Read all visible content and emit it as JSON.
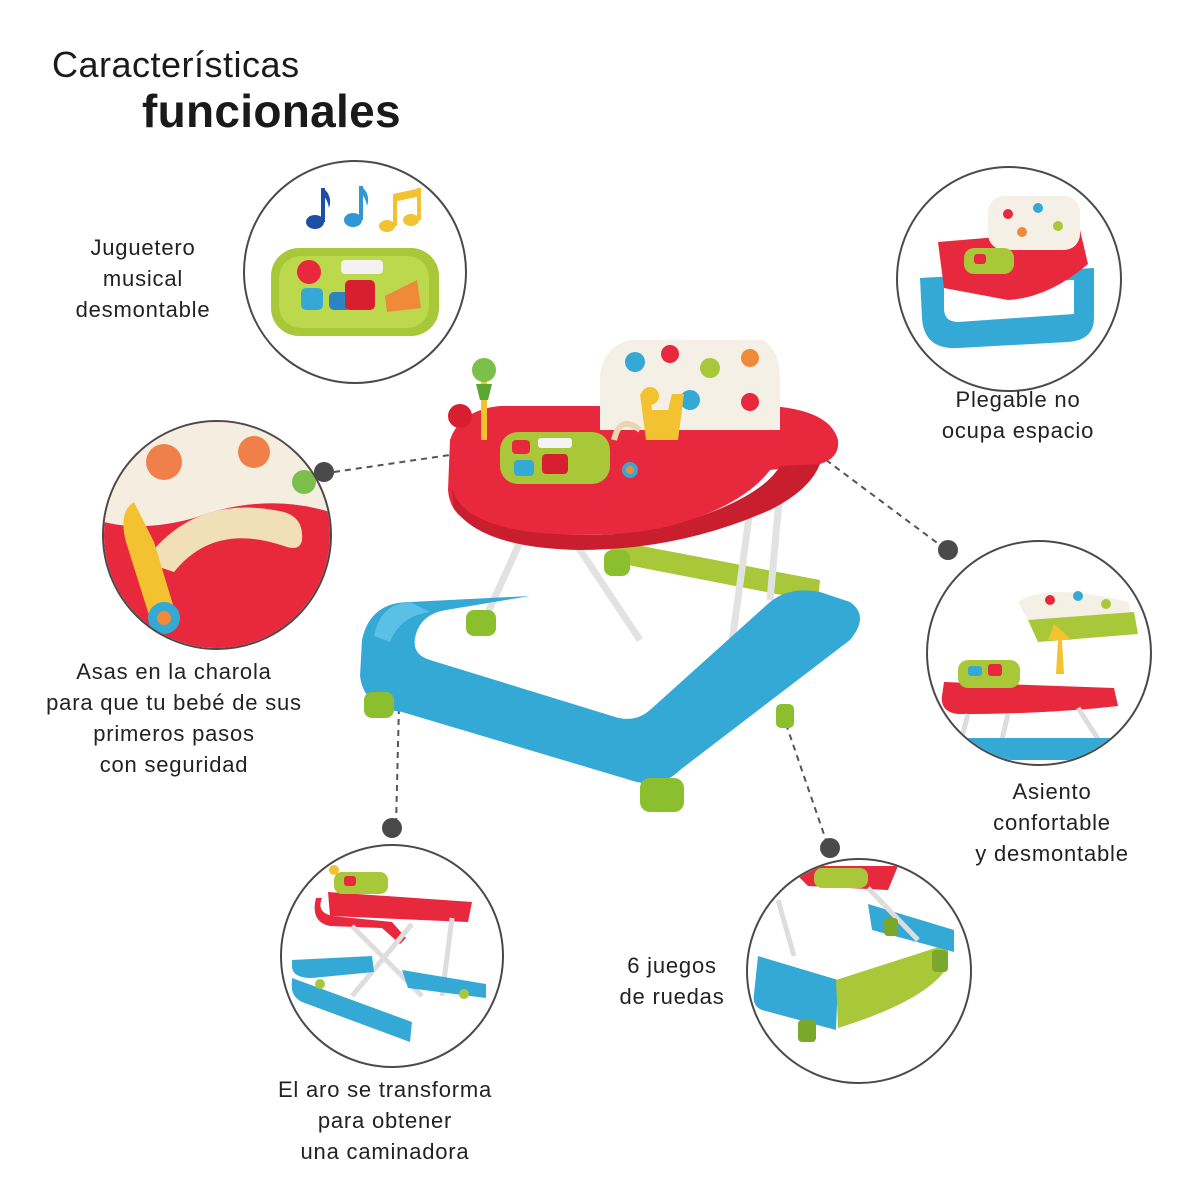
{
  "header": {
    "title_line1": "Características",
    "title_line2": "funcionales"
  },
  "features": {
    "toy": {
      "lines": [
        "Juguetero",
        "musical",
        "desmontable"
      ]
    },
    "foldable": {
      "lines": [
        "Plegable no",
        "ocupa espacio"
      ]
    },
    "handles": {
      "lines": [
        "Asas en la charola",
        "para que tu bebé de sus",
        "primeros pasos",
        "con seguridad"
      ]
    },
    "seat": {
      "lines": [
        "Asiento",
        "confortable",
        "y desmontable"
      ]
    },
    "ring": {
      "lines": [
        "El aro se transforma",
        "para obtener",
        "una caminadora"
      ]
    },
    "wheels": {
      "lines": [
        "6 juegos",
        "de ruedas"
      ]
    }
  },
  "colors": {
    "tray_red": "#e8283c",
    "base_blue": "#35a9d6",
    "accent_green": "#a8c83a",
    "connector_gray": "#4a4a4a"
  },
  "icons": [
    "music-note-icon",
    "music-note-icon",
    "music-note-icon"
  ]
}
